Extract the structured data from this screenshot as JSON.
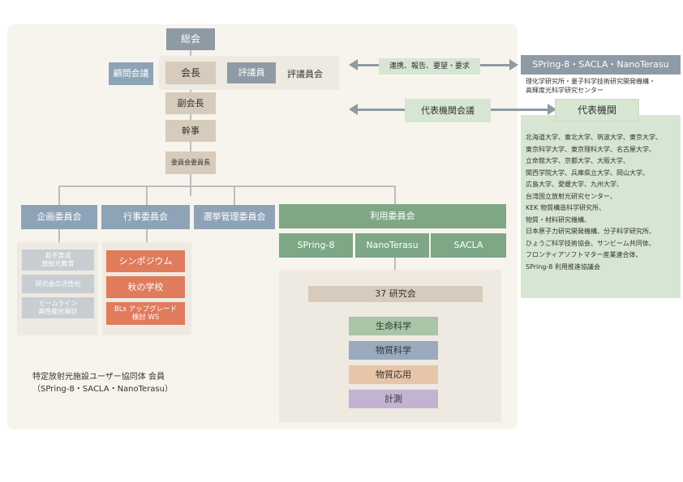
{
  "top": {
    "general_meeting": "総会",
    "advisory": "顧問会議",
    "president": "会長",
    "councilor": "評議員",
    "council": "評議員会",
    "vice_president": "副会長",
    "secretary": "幹事",
    "committee_chair": "委員会委員長"
  },
  "committees": {
    "planning": "企画委員会",
    "events": "行事委員会",
    "election": "選挙管理委員会",
    "usage": "利用委員会"
  },
  "planning_items": [
    "若手育成\n放射光教育",
    "研究会の活性化",
    "ビームライン\n高性能化検討"
  ],
  "event_items": [
    "シンポジウム",
    "秋の学校",
    "BLs アップグレード\n検討 WS"
  ],
  "facilities": [
    "SPring-8",
    "NanoTerasu",
    "SACLA"
  ],
  "research": {
    "groups": "37 研究会",
    "categories": [
      "生命科学",
      "物質科学",
      "物質応用",
      "計測"
    ]
  },
  "external": {
    "liaison_label": "連携、報告、要望・要求",
    "facility_box": "SPring-8・SACLA・NanoTerasu",
    "facility_desc": "理化学研究所・量子科学技術研究開発機構・\n高輝度光科学研究センター",
    "rep_meeting": "代表機関会議",
    "rep_institutions": "代表機関",
    "institution_list": "北海道大学、東北大学、筑波大学、東京大学、\n東京科学大学、東京理科大学、名古屋大学、\n立命館大学、京都大学、大阪大学、\n関西学院大学、兵庫県立大学、岡山大学、\n広島大学、愛媛大学、九州大学、\n台湾国立放射光研究センター、\nKEK 物質構造科学研究所、\n物質・材料研究機構、\n日本原子力研究開発機構、分子科学研究所、\nひょうご科学技術協会、サンビーム共同体、\nフロンティアソフトマター産業連合体、\nSPring-8 利用推進協議会"
  },
  "footer_note": "特定放射光施設ユーザー協同体 会員\n（SPring-8・SACLA・NanoTerasu）",
  "colors": {
    "background": "#f7f4ed",
    "tan": "#d7cbbc",
    "slate": "#8ea3b7",
    "green": "#7ea786",
    "orange": "#e07b5c",
    "pale_green": "#d6e6d2",
    "life_science": "#a9c4a6",
    "material_science": "#9aaabd",
    "material_application": "#e6c5a8",
    "measurement": "#c4b2d3"
  }
}
